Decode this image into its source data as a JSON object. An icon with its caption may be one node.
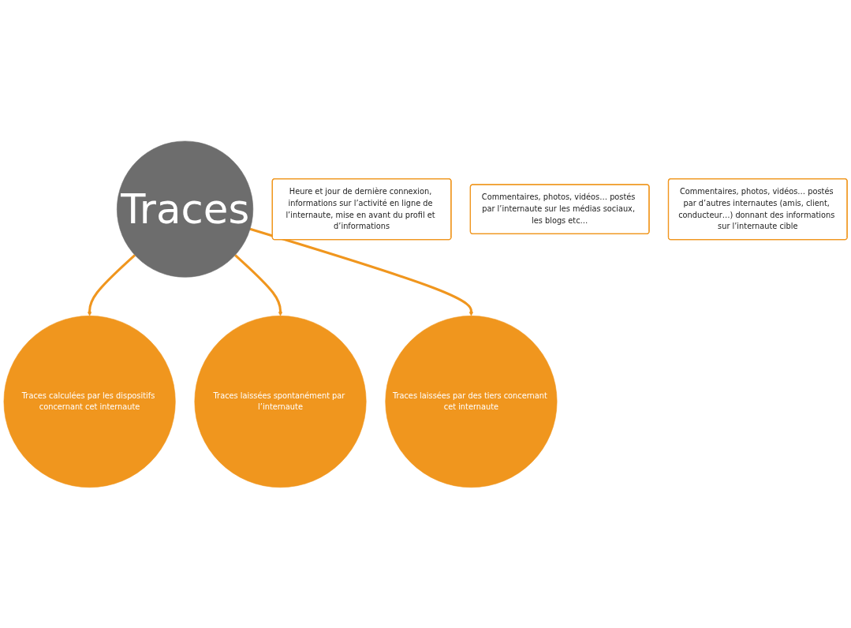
{
  "diagram": {
    "nodes": [
      {
        "text": [
          "Traces"
        ]
      },
      {
        "text": [
          "Traces calculées par les dispositifs concernant cet internaute"
        ]
      },
      {
        "text": [
          "Heure et jour de dernière connexion, informations sur l’activité en ligne de l’internaute, mise en avant du profil et d’informations"
        ]
      },
      {
        "text": [
          "Traces laissées spontanément par l’internaute"
        ]
      },
      {
        "text": [
          "Commentaires, photos, vidéos… postés par l’internaute sur les médias sociaux, les blogs etc…"
        ]
      },
      {
        "text": [
          "Traces laissées par des tiers concernant cet internaute"
        ]
      },
      {
        "text": [
          "Commentaires, photos, vidéos… postés par d’autres internautes (amis, client, conducteur…) donnant des informations sur l’internaute cible"
        ]
      }
    ],
    "edges": [
      {
        "from": 0,
        "to": 1,
        "arrow": "to"
      },
      {
        "from": 0,
        "to": 3,
        "arrow": "to"
      },
      {
        "from": 0,
        "to": 5,
        "arrow": "to"
      }
    ]
  }
}
